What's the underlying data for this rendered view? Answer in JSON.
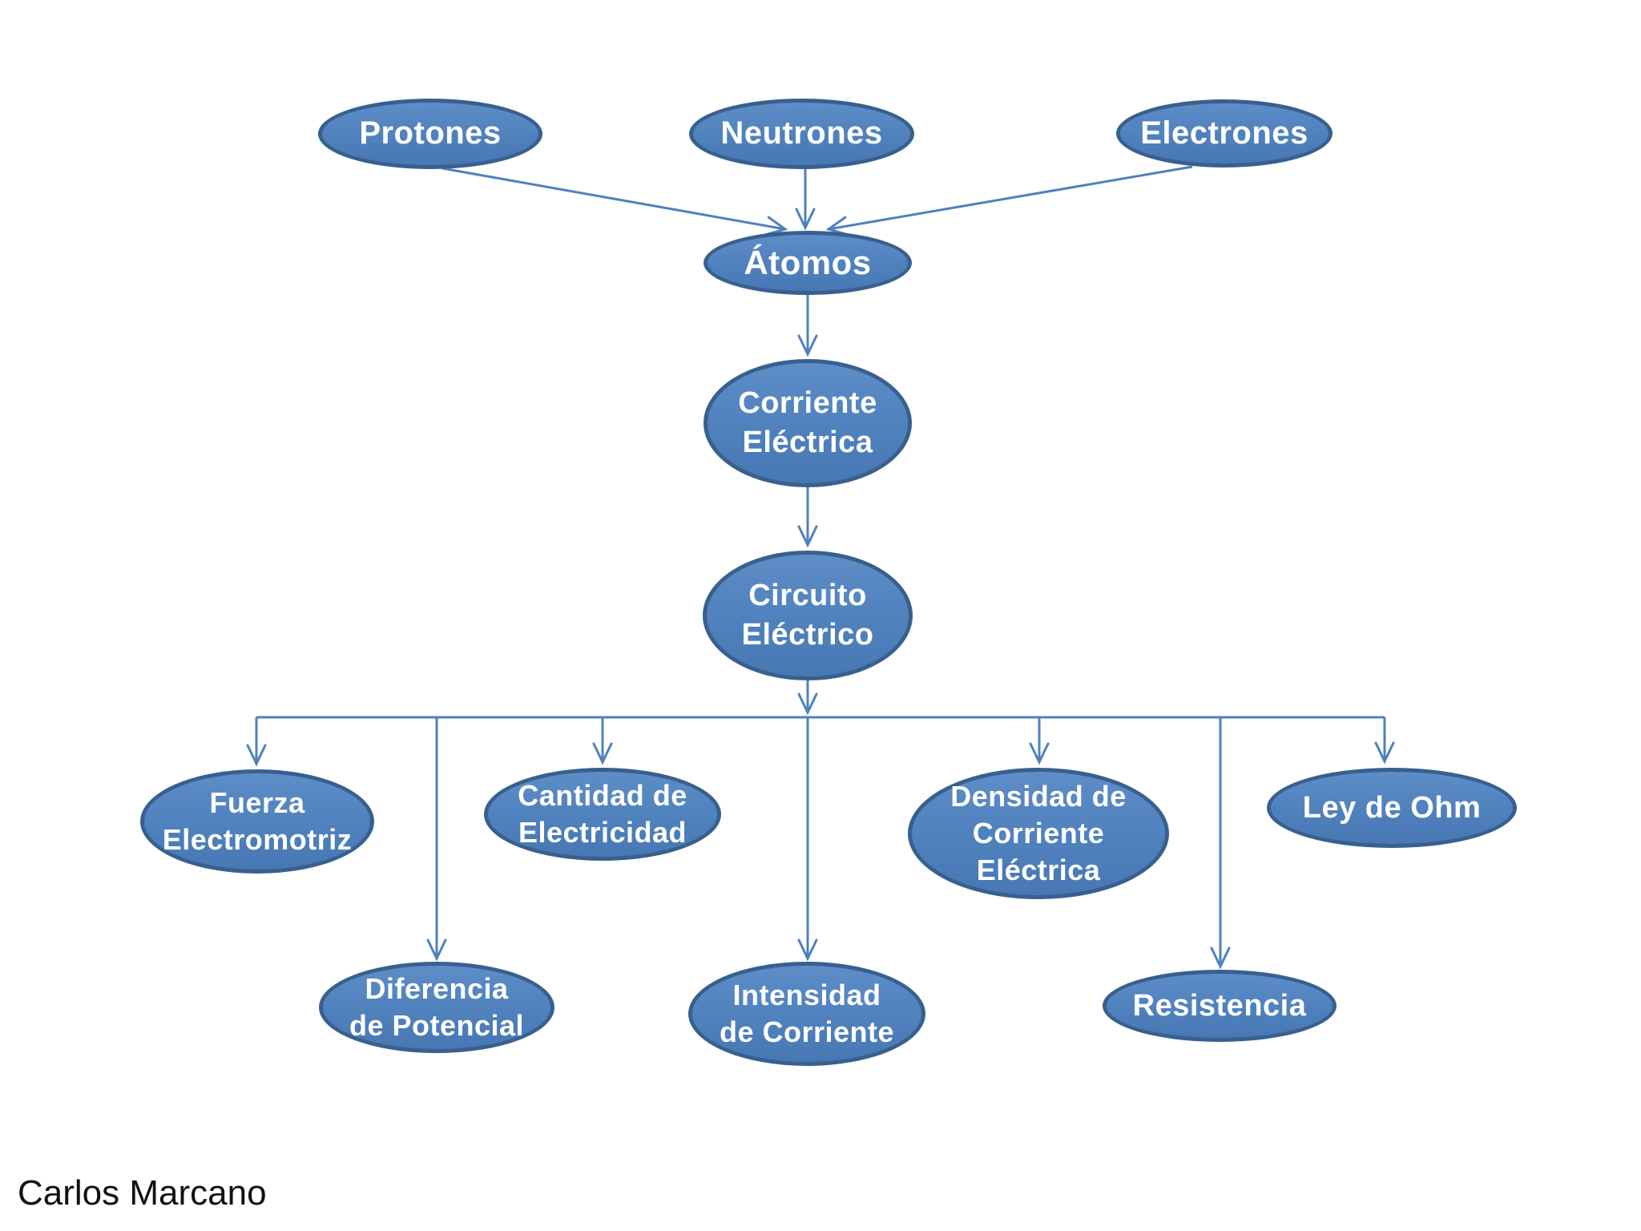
{
  "credit": "Carlos Marcano",
  "colors": {
    "background": "#ffffff",
    "node_fill": "#4f81bd",
    "node_fill_light": "#5e8dc7",
    "node_fill_dark": "#4878b3",
    "node_border": "#38608f",
    "node_text": "#ffffff",
    "connector_color": "#4f81bd",
    "credit_text": "#111111"
  },
  "nodes": {
    "protones": {
      "label": "Protones"
    },
    "neutrones": {
      "label": "Neutrones"
    },
    "electrones": {
      "label": "Electrones"
    },
    "atomos": {
      "label": "Átomos"
    },
    "corriente_electrica": {
      "label": "Corriente\nEléctrica"
    },
    "circuito_electrico": {
      "label": "Circuito\nEléctrico"
    },
    "fuerza_electromotriz": {
      "label": "Fuerza\nElectromotriz"
    },
    "diferencia_de_potencial": {
      "label": "Diferencia\nde Potencial"
    },
    "cantidad_de_electricidad": {
      "label": "Cantidad de\nElectricidad"
    },
    "intensidad_de_corriente": {
      "label": "Intensidad\nde Corriente"
    },
    "densidad_de_corriente_electrica": {
      "label": "Densidad de\nCorriente\nEléctrica"
    },
    "resistencia": {
      "label": "Resistencia"
    },
    "ley_de_ohm": {
      "label": "Ley de Ohm"
    }
  },
  "edges": [
    {
      "from": "protones",
      "to": "atomos"
    },
    {
      "from": "neutrones",
      "to": "atomos"
    },
    {
      "from": "electrones",
      "to": "atomos"
    },
    {
      "from": "atomos",
      "to": "corriente_electrica"
    },
    {
      "from": "corriente_electrica",
      "to": "circuito_electrico"
    },
    {
      "from": "circuito_electrico",
      "to": "fuerza_electromotriz"
    },
    {
      "from": "circuito_electrico",
      "to": "diferencia_de_potencial"
    },
    {
      "from": "circuito_electrico",
      "to": "cantidad_de_electricidad"
    },
    {
      "from": "circuito_electrico",
      "to": "intensidad_de_corriente"
    },
    {
      "from": "circuito_electrico",
      "to": "densidad_de_corriente_electrica"
    },
    {
      "from": "circuito_electrico",
      "to": "resistencia"
    },
    {
      "from": "circuito_electrico",
      "to": "ley_de_ohm"
    }
  ]
}
